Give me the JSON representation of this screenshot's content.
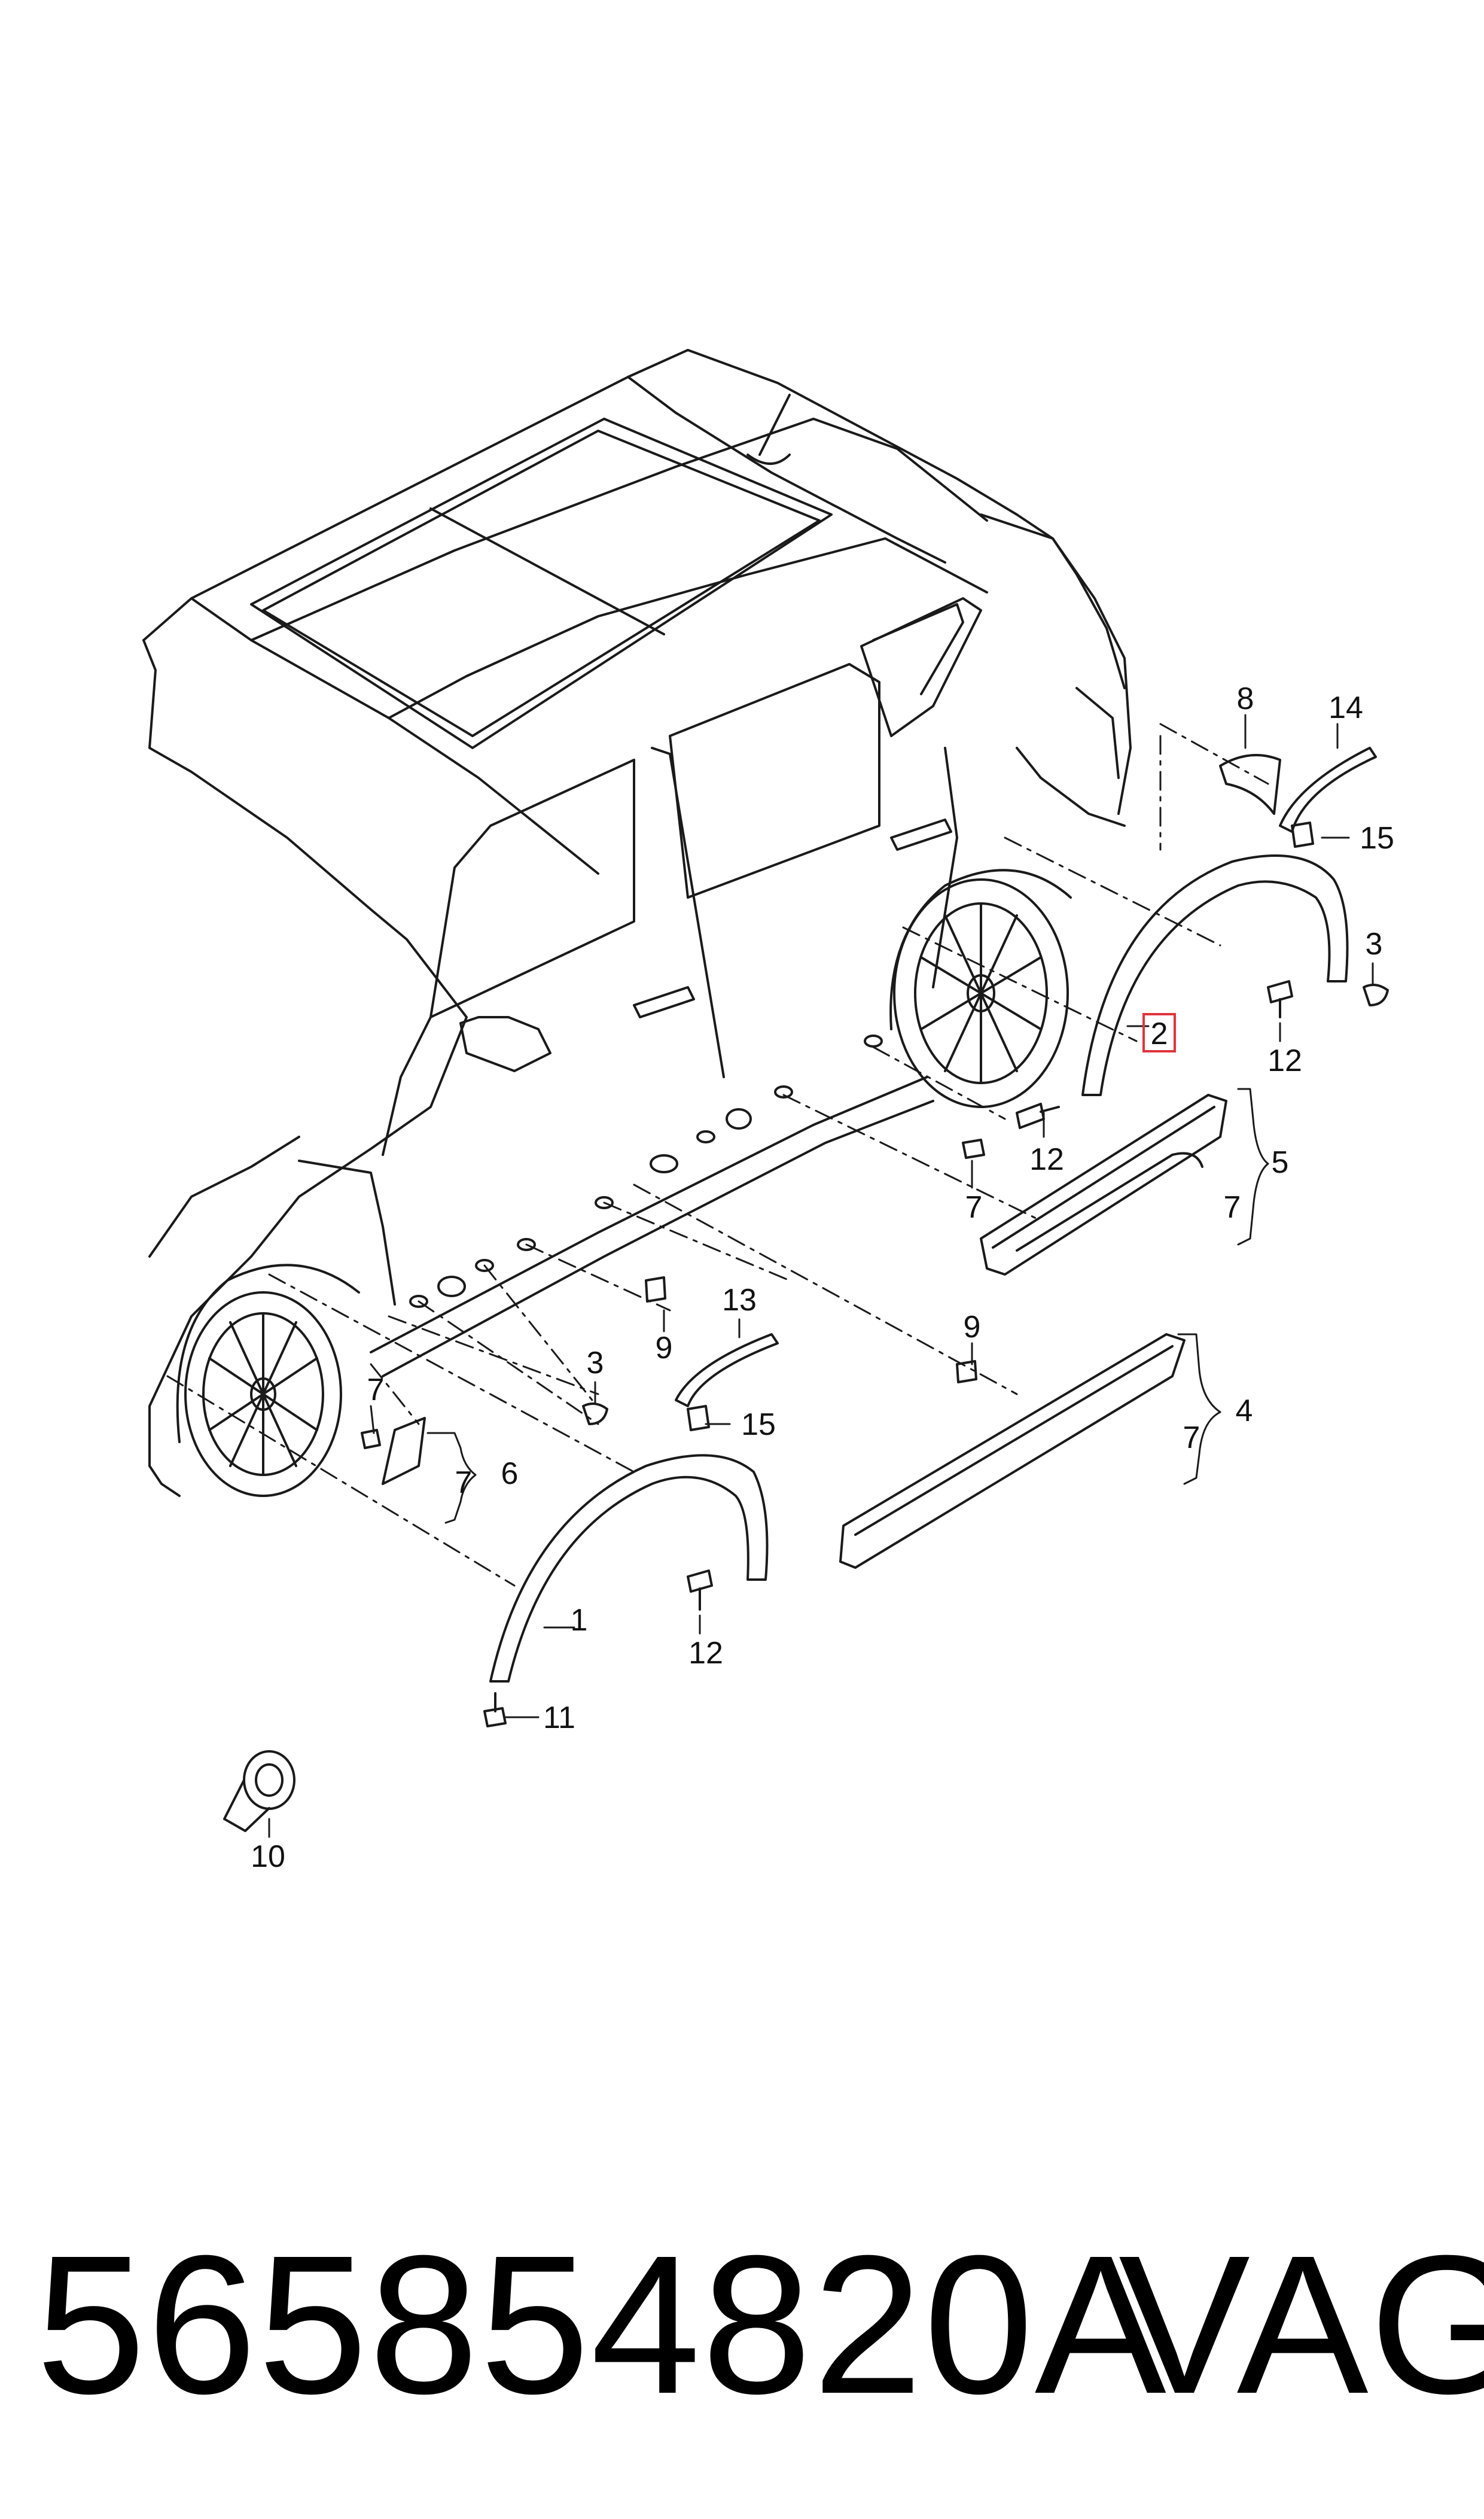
{
  "diagram": {
    "callouts": [
      {
        "id": "c1",
        "label": "1"
      },
      {
        "id": "c2",
        "label": "2",
        "highlighted": true
      },
      {
        "id": "c3a",
        "label": "3"
      },
      {
        "id": "c3b",
        "label": "3"
      },
      {
        "id": "c4",
        "label": "4"
      },
      {
        "id": "c5",
        "label": "5"
      },
      {
        "id": "c6",
        "label": "6"
      },
      {
        "id": "c7a",
        "label": "7"
      },
      {
        "id": "c7b",
        "label": "7"
      },
      {
        "id": "c7c",
        "label": "7"
      },
      {
        "id": "c7d",
        "label": "7"
      },
      {
        "id": "c7e",
        "label": "7"
      },
      {
        "id": "c8",
        "label": "8"
      },
      {
        "id": "c9a",
        "label": "9"
      },
      {
        "id": "c9b",
        "label": "9"
      },
      {
        "id": "c10",
        "label": "10"
      },
      {
        "id": "c11",
        "label": "11"
      },
      {
        "id": "c12a",
        "label": "12"
      },
      {
        "id": "c12b",
        "label": "12"
      },
      {
        "id": "c12c",
        "label": "12"
      },
      {
        "id": "c13",
        "label": "13"
      },
      {
        "id": "c14",
        "label": "14"
      },
      {
        "id": "c15a",
        "label": "15"
      },
      {
        "id": "c15b",
        "label": "15"
      }
    ],
    "highlight_color": "#e0343c",
    "line_color": "#1a1a1a"
  },
  "footer": {
    "part_number": "565854820A",
    "brand": "VAG"
  }
}
